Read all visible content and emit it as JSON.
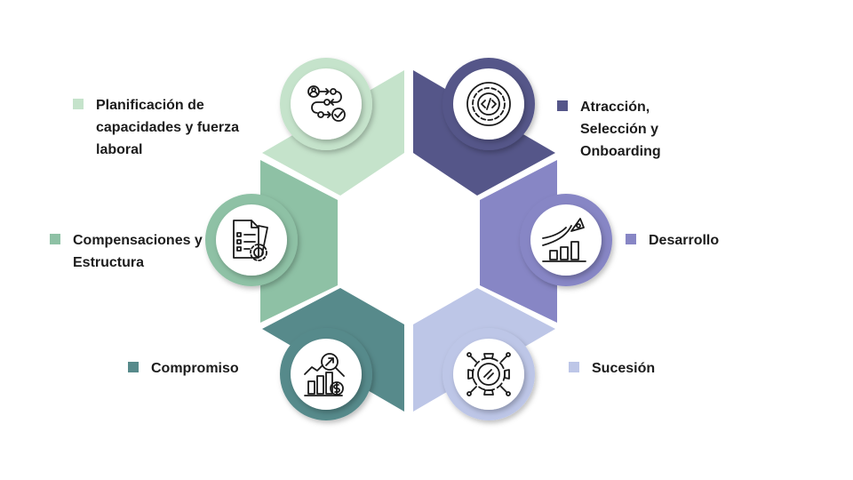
{
  "colors": {
    "planificacion": "#c5e3cb",
    "compensaciones": "#8ec1a5",
    "compromiso": "#578a8b",
    "atraccion": "#555689",
    "desarrollo": "#8786c5",
    "sucesion": "#bdc6e7"
  },
  "segments": [
    {
      "id": "planificacion",
      "label": "Planificación de\ncapacidades y fuerza\nlaboral",
      "icon": "workflow-icon"
    },
    {
      "id": "compensaciones",
      "label": "Compensaciones y\nEstructura",
      "icon": "documents-gear-icon"
    },
    {
      "id": "compromiso",
      "label": "Compromiso",
      "icon": "analytics-money-icon"
    },
    {
      "id": "atraccion",
      "label": "Atracción,\nSelección y\nOnboarding",
      "icon": "code-gear-icon"
    },
    {
      "id": "desarrollo",
      "label": "Desarrollo",
      "icon": "rocket-growth-icon"
    },
    {
      "id": "sucesion",
      "label": "Sucesión",
      "icon": "link-gear-icon"
    }
  ]
}
